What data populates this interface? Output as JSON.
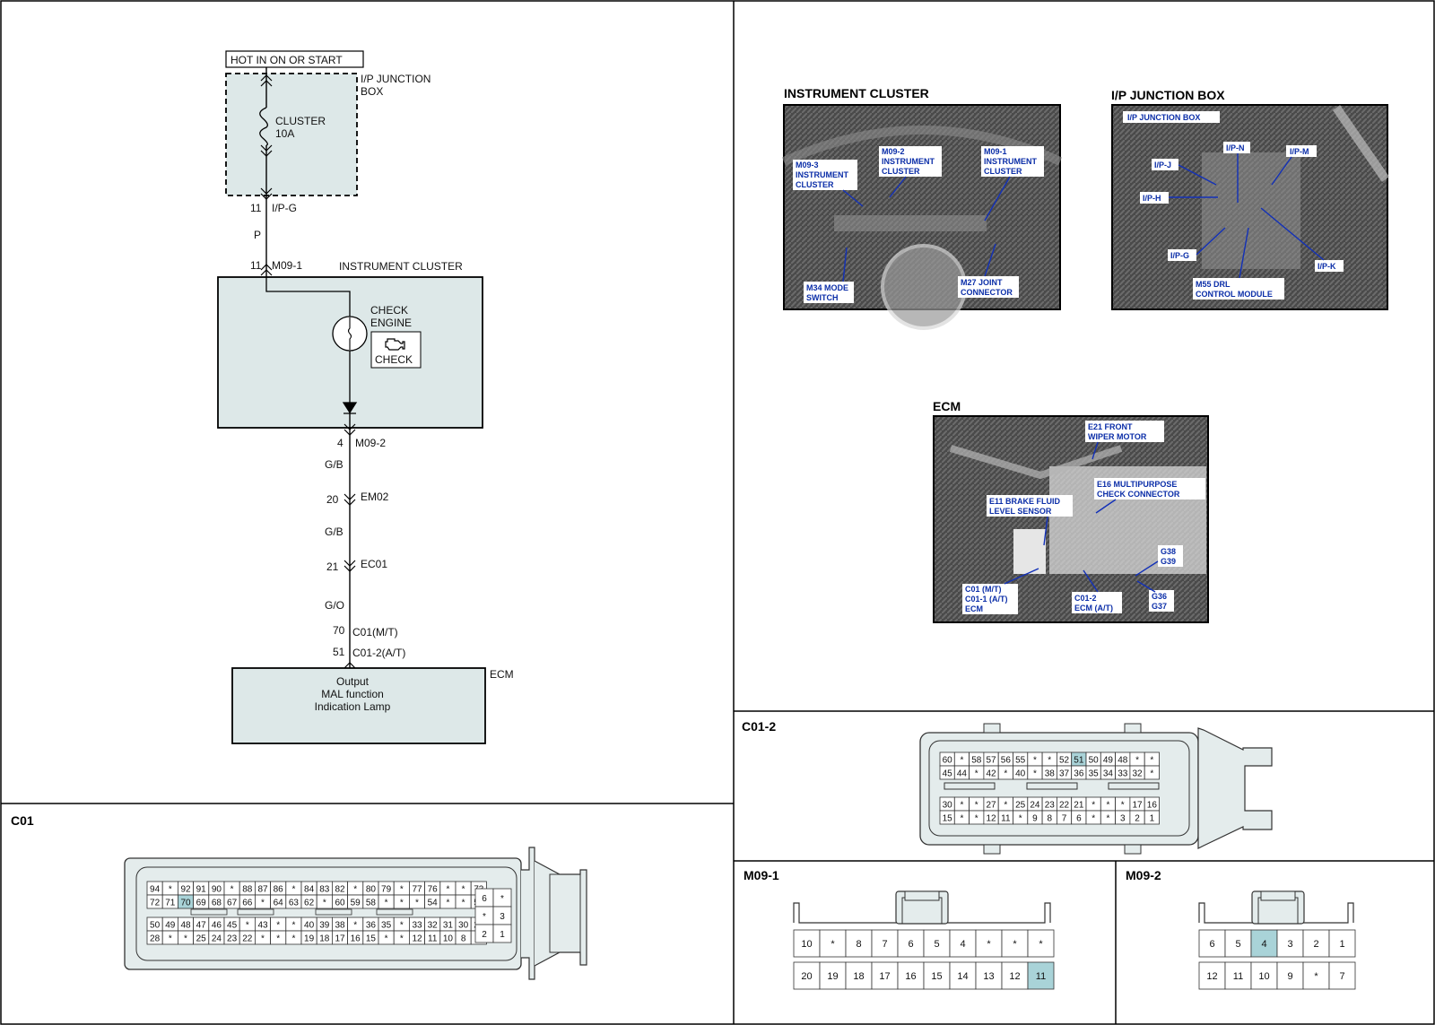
{
  "schematic": {
    "hot_in_label": "HOT IN   ON OR START",
    "ip_junction_box_label": [
      "I/P JUNCTION",
      "BOX"
    ],
    "fuse_label": [
      "CLUSTER",
      "10A"
    ],
    "ipg_pin": "11",
    "ipg_connector": "I/P-G",
    "wire_color_1": "P",
    "m09_1_pin": "11",
    "m09_1_connector": "M09-1",
    "instrument_cluster_label": "INSTRUMENT CLUSTER",
    "check_engine_label": [
      "CHECK",
      "ENGINE"
    ],
    "check_icon_label": "CHECK",
    "m09_2_pin": "4",
    "m09_2_connector": "M09-2",
    "wire_color_2": "G/B",
    "em02_pin": "20",
    "em02_connector": "EM02",
    "wire_color_3": "G/B",
    "ec01_pin": "21",
    "ec01_connector": "EC01",
    "wire_color_4": "G/O",
    "c01_pin": "70",
    "c01_connector": "C01(M/T)",
    "c01_2_pin": "51",
    "c01_2_connector": "C01-2(A/T)",
    "ecm_label": "ECM",
    "ecm_box_text": [
      "Output",
      "MAL function",
      "Indication Lamp"
    ]
  },
  "photos": {
    "instrument_cluster": {
      "title": "INSTRUMENT CLUSTER",
      "callouts": [
        [
          "M09-3",
          "INSTRUMENT",
          "CLUSTER"
        ],
        [
          "M09-2",
          "INSTRUMENT",
          "CLUSTER"
        ],
        [
          "M09-1",
          "INSTRUMENT",
          "CLUSTER"
        ],
        [
          "M34 MODE",
          "SWITCH"
        ],
        [
          "M27 JOINT",
          "CONNECTOR"
        ]
      ]
    },
    "ip_junction_box": {
      "title": "I/P JUNCTION BOX",
      "callouts": [
        [
          "I/P JUNCTION BOX"
        ],
        [
          "I/P-N"
        ],
        [
          "I/P-M"
        ],
        [
          "I/P-J"
        ],
        [
          "I/P-H"
        ],
        [
          "I/P-G"
        ],
        [
          "I/P-K"
        ],
        [
          "M55 DRL",
          "CONTROL MODULE"
        ]
      ]
    },
    "ecm": {
      "title": "ECM",
      "callouts": [
        [
          "E21 FRONT",
          "WIPER MOTOR"
        ],
        [
          "E16 MULTIPURPOSE",
          "CHECK CONNECTOR"
        ],
        [
          "E11 BRAKE FLUID",
          "LEVEL SENSOR"
        ],
        [
          "G38",
          "G39"
        ],
        [
          "C01 (M/T)",
          "C01-1 (A/T)",
          "ECM"
        ],
        [
          "C01-2",
          "ECM (A/T)"
        ],
        [
          "G36",
          "G37"
        ]
      ]
    }
  },
  "connectors": {
    "c01": {
      "title": "C01",
      "rows": [
        [
          "94",
          "*",
          "92",
          "91",
          "90",
          "*",
          "88",
          "87",
          "86",
          "*",
          "84",
          "83",
          "82",
          "*",
          "80",
          "79",
          "*",
          "77",
          "76",
          "*",
          "*",
          "73"
        ],
        [
          "72",
          "71",
          "70",
          "69",
          "68",
          "67",
          "66",
          "*",
          "64",
          "63",
          "62",
          "*",
          "60",
          "59",
          "58",
          "*",
          "*",
          "*",
          "54",
          "*",
          "*",
          "51"
        ],
        [
          "50",
          "49",
          "48",
          "47",
          "46",
          "45",
          "*",
          "43",
          "*",
          "*",
          "40",
          "39",
          "38",
          "*",
          "36",
          "35",
          "*",
          "33",
          "32",
          "31",
          "30",
          "29"
        ],
        [
          "28",
          "*",
          "*",
          "25",
          "24",
          "23",
          "22",
          "*",
          "*",
          "*",
          "19",
          "18",
          "17",
          "16",
          "15",
          "*",
          "*",
          "12",
          "11",
          "10",
          "8",
          "7"
        ]
      ],
      "side": [
        [
          "6",
          "*"
        ],
        [
          "*",
          "3"
        ],
        [
          "2",
          "1"
        ]
      ],
      "highlight": "70"
    },
    "c01_2": {
      "title": "C01-2",
      "top_rows": [
        [
          "60",
          "*",
          "58",
          "57",
          "56",
          "55",
          "*",
          "*",
          "52",
          "51",
          "50",
          "49",
          "48",
          "*",
          "*"
        ],
        [
          "45",
          "44",
          "*",
          "42",
          "*",
          "40",
          "*",
          "38",
          "37",
          "36",
          "35",
          "34",
          "33",
          "32",
          "*"
        ]
      ],
      "bottom_rows": [
        [
          "30",
          "*",
          "*",
          "27",
          "*",
          "25",
          "24",
          "23",
          "22",
          "21",
          "*",
          "*",
          "*",
          "17",
          "16"
        ],
        [
          "15",
          "*",
          "*",
          "12",
          "11",
          "*",
          "9",
          "8",
          "7",
          "6",
          "*",
          "*",
          "3",
          "2",
          "1"
        ]
      ],
      "highlight": "51"
    },
    "m09_1": {
      "title": "M09-1",
      "rows": [
        [
          "10",
          "*",
          "8",
          "7",
          "6",
          "5",
          "4",
          "*",
          "*",
          "*"
        ],
        [
          "20",
          "19",
          "18",
          "17",
          "16",
          "15",
          "14",
          "13",
          "12",
          "11"
        ]
      ],
      "highlight": "11"
    },
    "m09_2": {
      "title": "M09-2",
      "rows": [
        [
          "6",
          "5",
          "4",
          "3",
          "2",
          "1"
        ],
        [
          "12",
          "11",
          "10",
          "9",
          "*",
          "7"
        ]
      ],
      "highlight": "4"
    }
  }
}
